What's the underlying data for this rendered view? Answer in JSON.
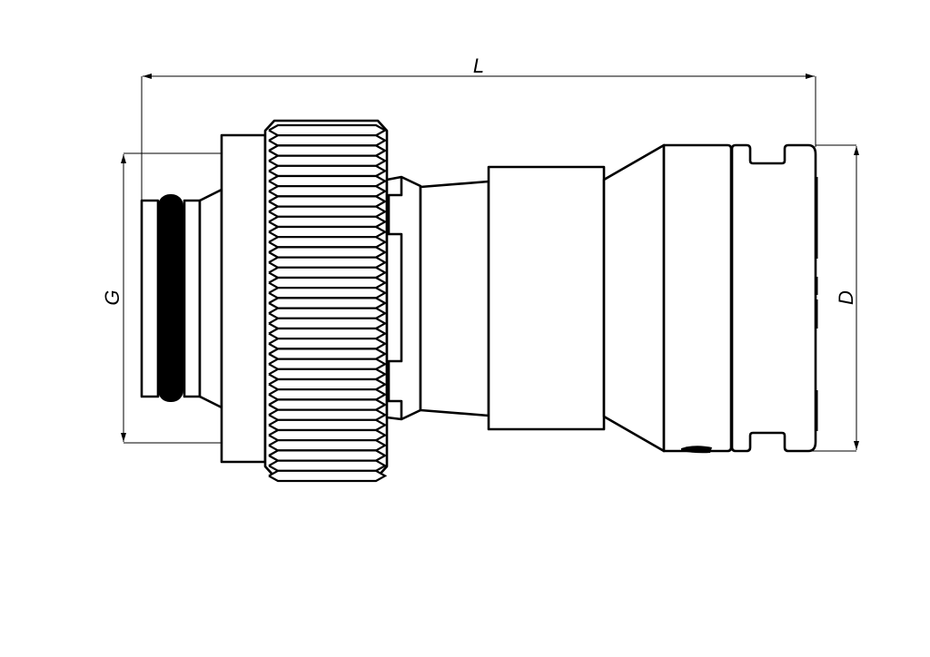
{
  "drawing": {
    "title": "connector-plug-side-view",
    "dimensions": {
      "length_label": "L",
      "thread_label": "G",
      "diameter_label": "D"
    },
    "line_color": "#000000",
    "background_color": "#ffffff"
  }
}
